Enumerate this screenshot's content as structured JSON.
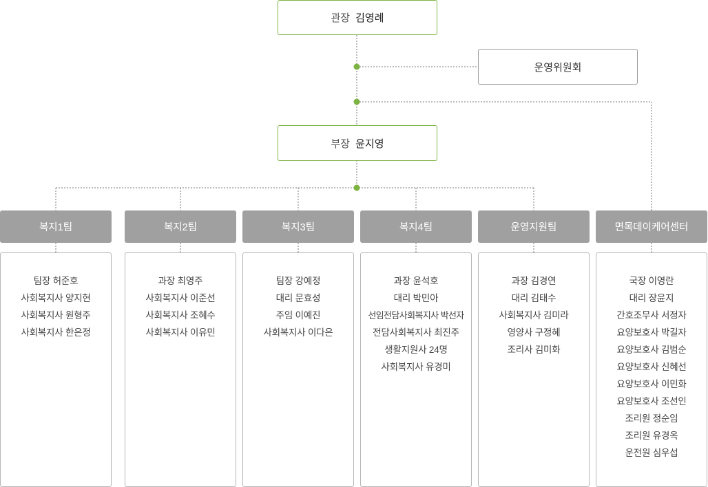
{
  "director": {
    "role": "관장",
    "name": "김영례"
  },
  "committee": {
    "label": "운영위원회"
  },
  "manager": {
    "role": "부장",
    "name": "윤지영"
  },
  "teams": [
    {
      "name": "복지1팀",
      "members": [
        "팀장 허준호",
        "사회복지사 양지현",
        "사회복지사 원형주",
        "사회복지사 한은정"
      ]
    },
    {
      "name": "복지2팀",
      "members": [
        "과장 최영주",
        "사회복지사 이준선",
        "사회복지사 조혜수",
        "사회복지사 이유민"
      ]
    },
    {
      "name": "복지3팀",
      "members": [
        "팀장 강예정",
        "대리 문효성",
        "주임 이예진",
        "사회복지사 이다은"
      ]
    },
    {
      "name": "복지4팀",
      "members": [
        "과장 윤석호",
        "대리 박민아",
        "선임전담사회복지사 박선자",
        "전담사회복지사 최진주",
        "생활지원사 24명",
        "사회복지사 유경미"
      ]
    },
    {
      "name": "운영지원팀",
      "members": [
        "과장 김경연",
        "대리 김태수",
        "사회복지사 김미라",
        "영양사 구정혜",
        "조리사 김미화"
      ]
    },
    {
      "name": "면목데이케어센터",
      "members": [
        "국장 이영란",
        "대리 장윤지",
        "간호조무사 서정자",
        "요양보호사 박길자",
        "요양보호사 김범순",
        "요양보호사 신혜선",
        "요양보호사 이민화",
        "요양보호사 조선인",
        "조리원 정순임",
        "조리원 유경옥",
        "운전원 심우섭"
      ]
    }
  ],
  "colors": {
    "accent": "#7cb342",
    "team_header": "#a0a0a0",
    "border": "#b5b5b5"
  }
}
